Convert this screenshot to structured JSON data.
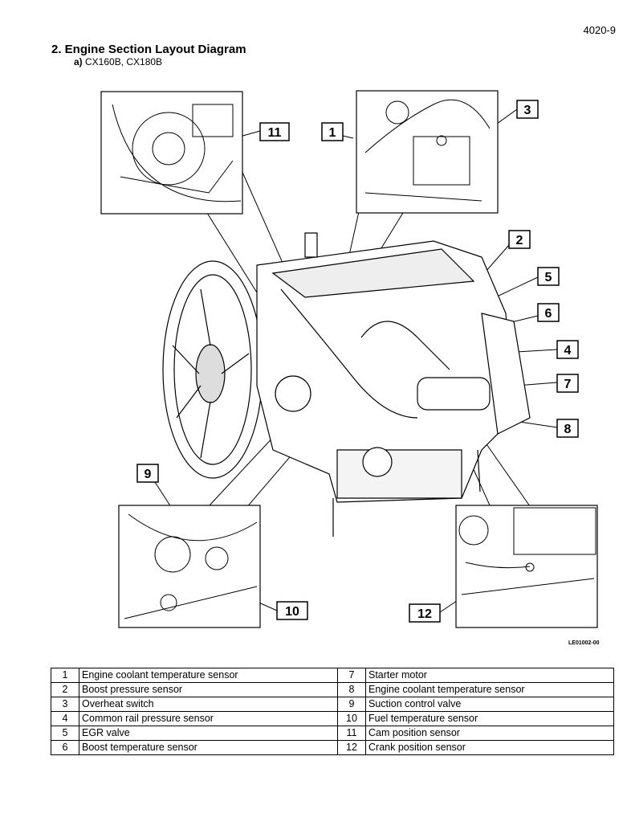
{
  "header": {
    "page_number": "4020-9",
    "title": "2. Engine Section Layout Diagram",
    "subtitle_prefix": "a)",
    "subtitle_text": " CX160B, CX180B"
  },
  "figure": {
    "code": "LE01002-00",
    "callouts": [
      "1",
      "2",
      "3",
      "4",
      "5",
      "6",
      "7",
      "8",
      "9",
      "10",
      "11",
      "12"
    ]
  },
  "legend": [
    {
      "left_num": "1",
      "left_label": "Engine coolant temperature sensor",
      "right_num": "7",
      "right_label": "Starter motor"
    },
    {
      "left_num": "2",
      "left_label": "Boost pressure sensor",
      "right_num": "8",
      "right_label": "Engine coolant temperature sensor"
    },
    {
      "left_num": "3",
      "left_label": "Overheat switch",
      "right_num": "9",
      "right_label": "Suction control valve"
    },
    {
      "left_num": "4",
      "left_label": "Common rail pressure sensor",
      "right_num": "10",
      "right_label": "Fuel temperature sensor"
    },
    {
      "left_num": "5",
      "left_label": "EGR valve",
      "right_num": "11",
      "right_label": "Cam position sensor"
    },
    {
      "left_num": "6",
      "left_label": "Boost temperature sensor",
      "right_num": "12",
      "right_label": "Crank position sensor"
    }
  ]
}
